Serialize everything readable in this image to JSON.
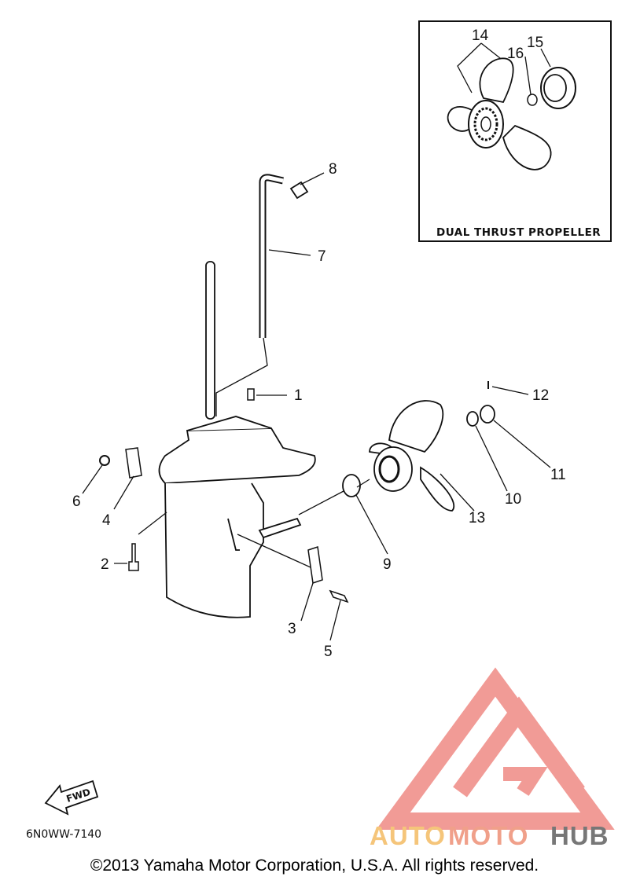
{
  "inset": {
    "caption": "DUAL THRUST PROPELLER"
  },
  "callouts": [
    {
      "id": "1",
      "text": "1"
    },
    {
      "id": "2",
      "text": "2"
    },
    {
      "id": "3",
      "text": "3"
    },
    {
      "id": "4",
      "text": "4"
    },
    {
      "id": "5",
      "text": "5"
    },
    {
      "id": "6",
      "text": "6"
    },
    {
      "id": "7",
      "text": "7"
    },
    {
      "id": "8",
      "text": "8"
    },
    {
      "id": "9",
      "text": "9"
    },
    {
      "id": "10",
      "text": "10"
    },
    {
      "id": "11",
      "text": "11"
    },
    {
      "id": "12",
      "text": "12"
    },
    {
      "id": "13",
      "text": "13"
    },
    {
      "id": "14",
      "text": "14"
    },
    {
      "id": "15",
      "text": "15"
    },
    {
      "id": "16",
      "text": "16"
    }
  ],
  "fwd_label": "FWD",
  "diagram_code": "6N0WW-7140",
  "watermark": {
    "part1": "AUTO",
    "part2": "MOTO",
    "part3": "HUB",
    "color1": "#f5c57a",
    "color2": "#f0a08a",
    "color3": "#777777",
    "logo_color": "#ef8a84"
  },
  "copyright": "©2013 Yamaha Motor Corporation, U.S.A. All rights reserved."
}
